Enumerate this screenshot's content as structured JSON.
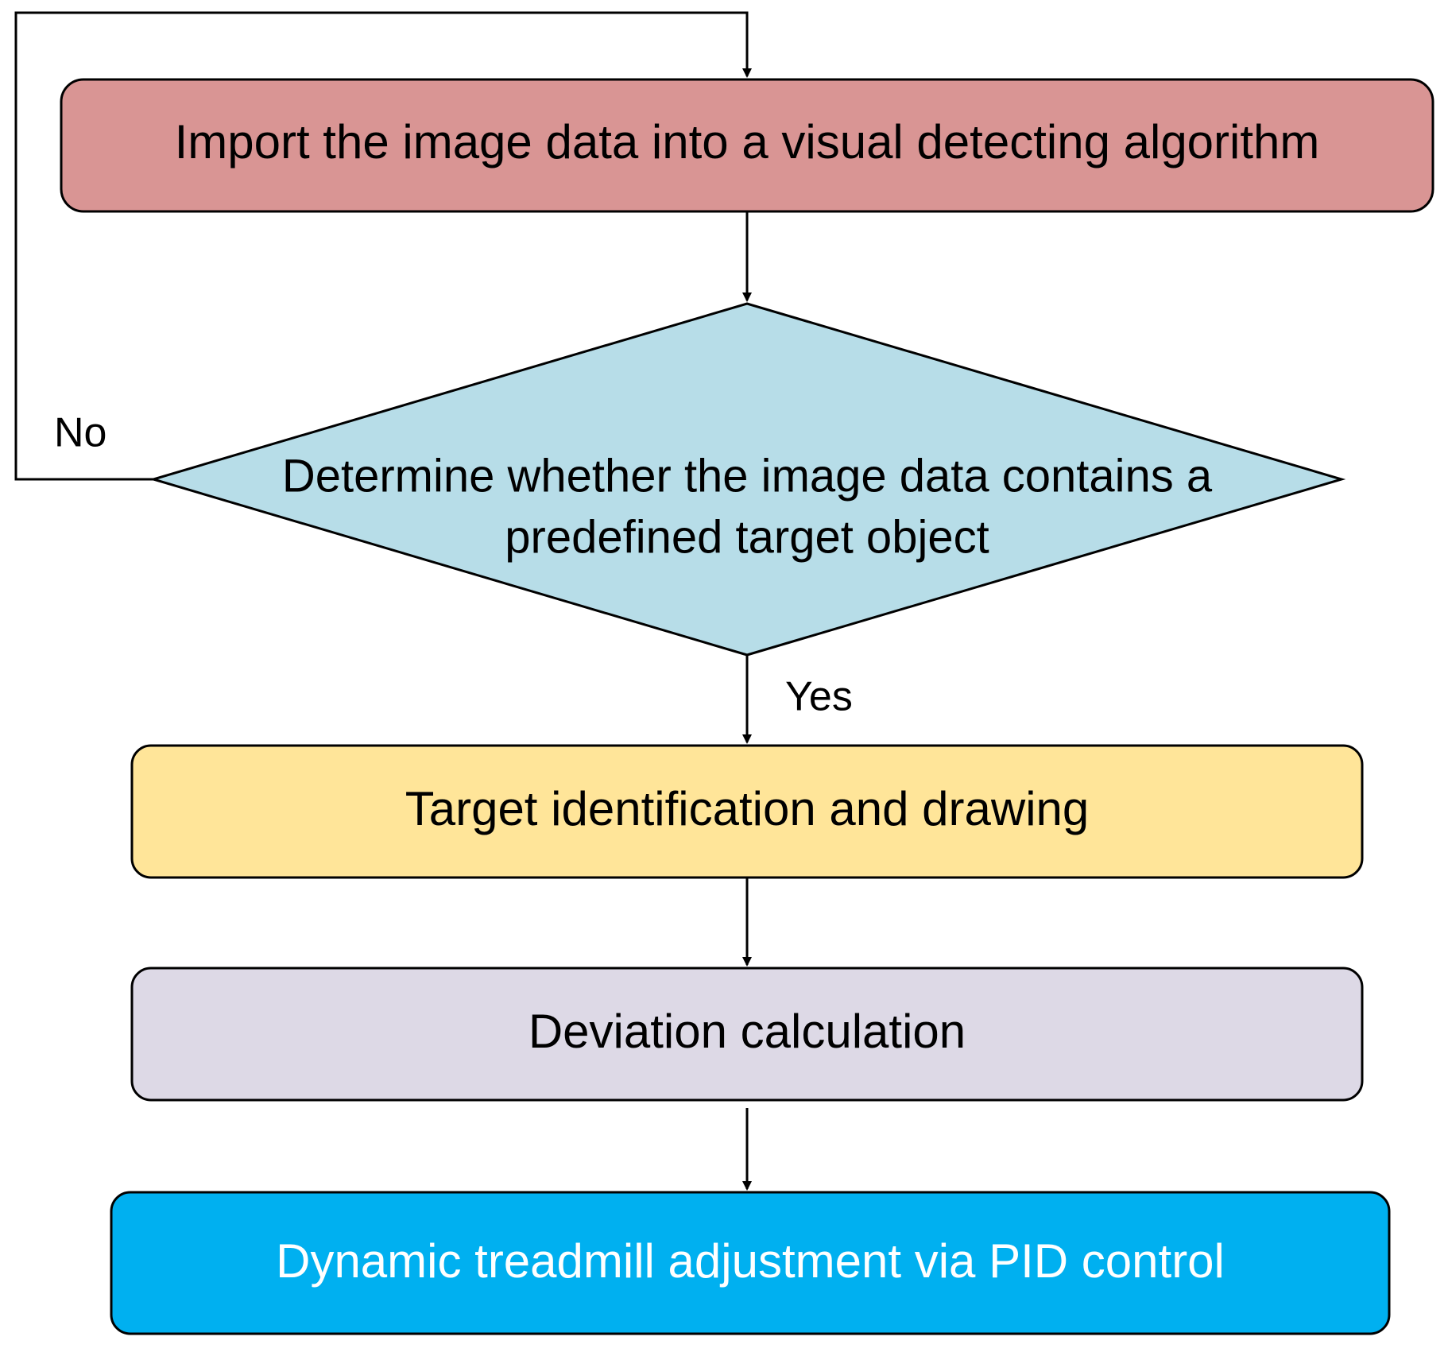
{
  "diagram": {
    "nodes": {
      "import": {
        "label": "Import the image data into a visual detecting algorithm",
        "fill": "#D99594",
        "text_color": "#000000"
      },
      "decision": {
        "label_line1": "Determine whether the image data contains a",
        "label_line2": "predefined target object",
        "fill": "#B7DDE8",
        "text_color": "#000000"
      },
      "identify": {
        "label": "Target identification and drawing",
        "fill": "#FFE599",
        "text_color": "#000000"
      },
      "deviation": {
        "label": "Deviation calculation",
        "fill": "#DDD9E6",
        "text_color": "#000000"
      },
      "pid": {
        "label": "Dynamic treadmill adjustment via PID control",
        "fill": "#00B0F0",
        "text_color": "#FFFFFF"
      }
    },
    "edges": {
      "no_label": "No",
      "yes_label": "Yes"
    },
    "stroke_color": "#000000"
  }
}
